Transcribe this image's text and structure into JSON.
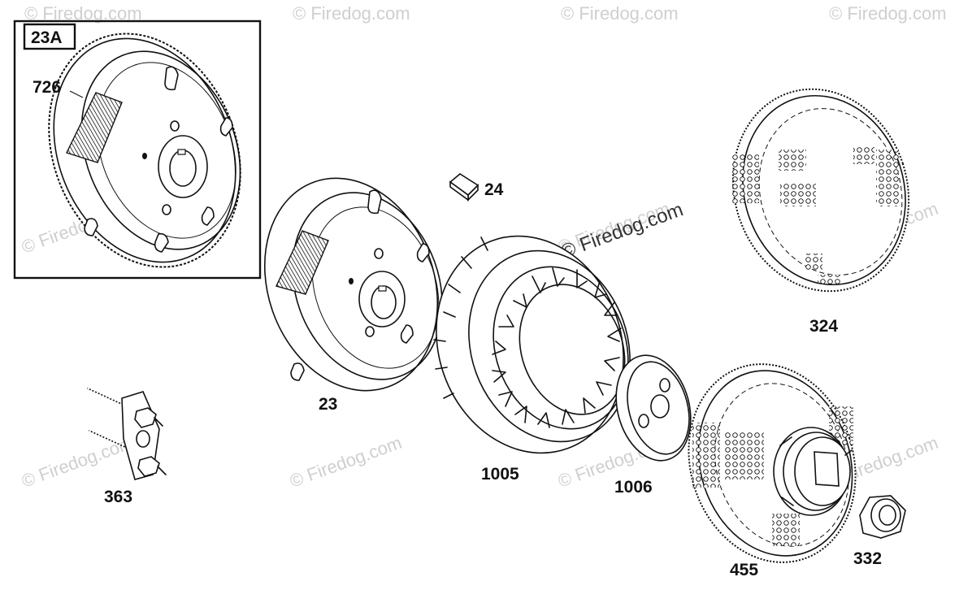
{
  "watermark": {
    "text": "© Firedog.com",
    "color": "#cfcfcf"
  },
  "inset": {
    "label": "23A"
  },
  "parts": {
    "p726": "726",
    "p24": "24",
    "p324": "324",
    "p23": "23",
    "p1005": "1005",
    "p1006": "1006",
    "p363": "363",
    "p455": "455",
    "p332": "332"
  },
  "colors": {
    "line": "#111111",
    "background": "#ffffff"
  }
}
